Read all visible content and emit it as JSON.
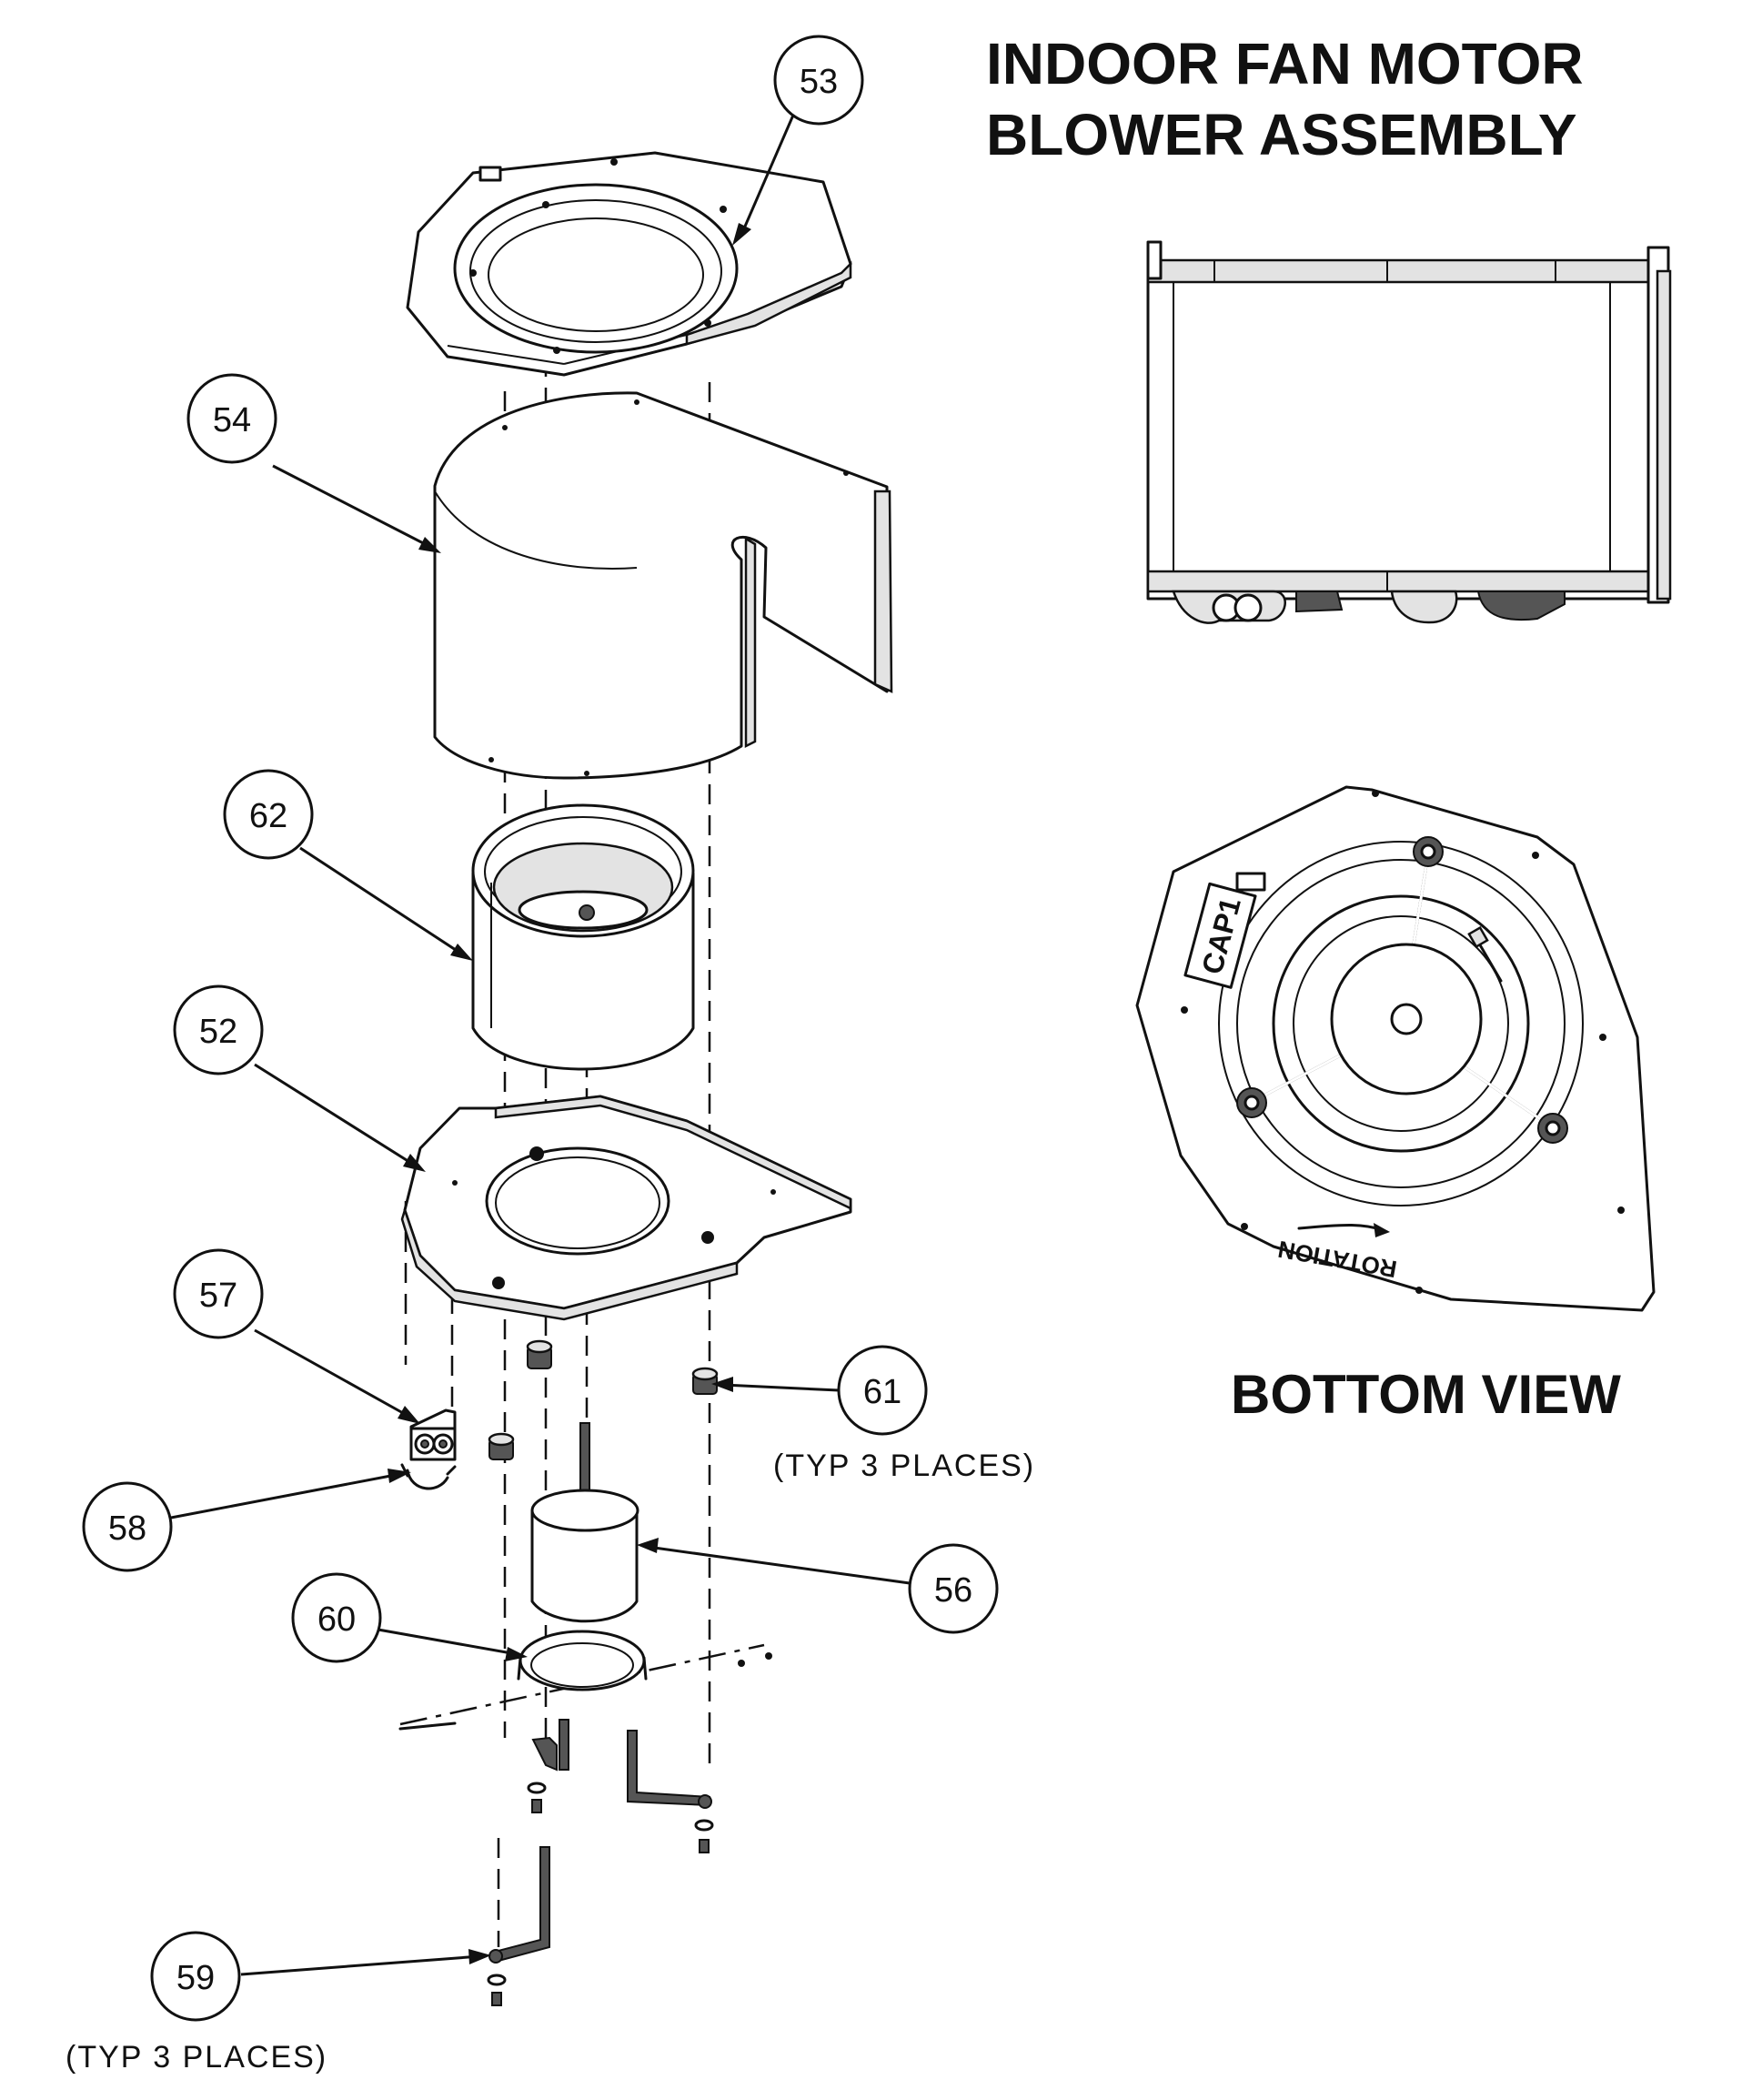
{
  "title": {
    "line1": "INDOOR FAN MOTOR",
    "line2": "BLOWER ASSEMBLY"
  },
  "bottom_view_label": "BOTTOM VIEW",
  "capacitor_label": "CAP1",
  "rotation_label": "ROTATION",
  "callouts": [
    {
      "id": "53",
      "label": "53"
    },
    {
      "id": "54",
      "label": "54"
    },
    {
      "id": "62",
      "label": "62"
    },
    {
      "id": "52",
      "label": "52"
    },
    {
      "id": "57",
      "label": "57"
    },
    {
      "id": "58",
      "label": "58"
    },
    {
      "id": "61",
      "label": "61"
    },
    {
      "id": "56",
      "label": "56"
    },
    {
      "id": "60",
      "label": "60"
    },
    {
      "id": "59",
      "label": "59"
    }
  ],
  "notes": {
    "typ_61": "(TYP 3 PLACES)",
    "typ_59": "(TYP 3 PLACES)"
  }
}
